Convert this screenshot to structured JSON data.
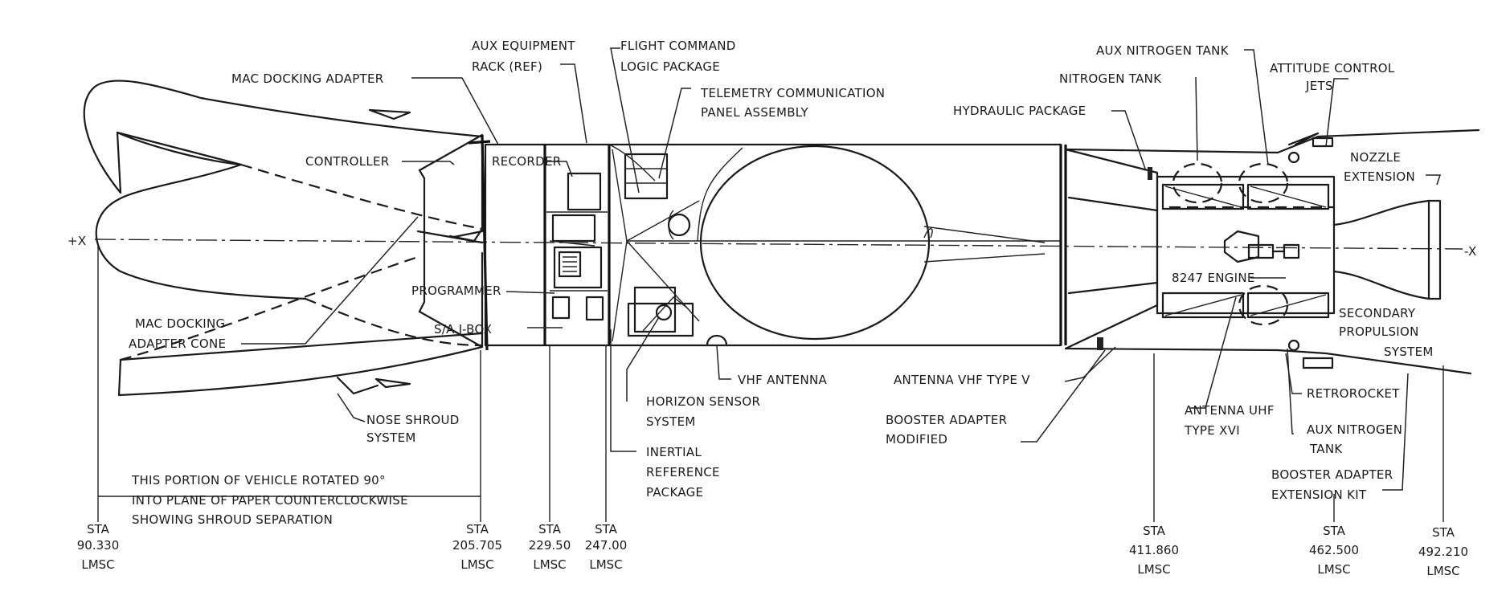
{
  "labels": {
    "mac_docking_adapter": "MAC DOCKING ADAPTER",
    "aux_equipment_rack_1": "AUX EQUIPMENT",
    "aux_equipment_rack_2": "RACK (REF)",
    "flight_command_1": "FLIGHT COMMAND",
    "flight_command_2": "LOGIC PACKAGE",
    "telemetry_1": "TELEMETRY COMMUNICATION",
    "telemetry_2": "PANEL ASSEMBLY",
    "controller": "CONTROLLER",
    "recorder": "RECORDER",
    "programmer": "PROGRAMMER",
    "sa_jbox": "S/A J-BOX",
    "mac_cone_1": "MAC DOCKING",
    "mac_cone_2": "ADAPTER CONE",
    "nose_shroud_1": "NOSE SHROUD",
    "nose_shroud_2": "SYSTEM",
    "vhf_antenna": "VHF ANTENNA",
    "horizon_1": "HORIZON SENSOR",
    "horizon_2": "SYSTEM",
    "inertial_1": "INERTIAL",
    "inertial_2": "REFERENCE",
    "inertial_3": "PACKAGE",
    "hydraulic": "HYDRAULIC PACKAGE",
    "aux_nitrogen_tank_top": "AUX NITROGEN TANK",
    "nitrogen_tank": "NITROGEN TANK",
    "attitude_1": "ATTITUDE CONTROL",
    "attitude_2": "JETS",
    "nozzle_1": "NOZZLE",
    "nozzle_2": "EXTENSION",
    "engine": "8247 ENGINE",
    "secondary_1": "SECONDARY",
    "secondary_2": "PROPULSION",
    "secondary_3": "SYSTEM",
    "antenna_vhf_v": "ANTENNA VHF TYPE V",
    "booster_mod_1": "BOOSTER ADAPTER",
    "booster_mod_2": "MODIFIED",
    "antenna_uhf_1": "ANTENNA UHF",
    "antenna_uhf_2": "TYPE XVI",
    "retrorocket": "RETROROCKET",
    "aux_nitrogen_bottom_1": "AUX NITROGEN",
    "aux_nitrogen_bottom_2": "TANK",
    "booster_ext_1": "BOOSTER ADAPTER",
    "booster_ext_2": "EXTENSION KIT",
    "rotated_1": "THIS PORTION OF VEHICLE ROTATED 90°",
    "rotated_2": "INTO PLANE OF PAPER COUNTERCLOCKWISE",
    "rotated_3": "SHOWING SHROUD SEPARATION",
    "plus_x": "+X",
    "minus_x": "-X"
  },
  "stations": [
    {
      "sta": "STA",
      "value": "90.330",
      "unit": "LMSC"
    },
    {
      "sta": "STA",
      "value": "205.705",
      "unit": "LMSC"
    },
    {
      "sta": "STA",
      "value": "229.50",
      "unit": "LMSC"
    },
    {
      "sta": "STA",
      "value": "247.00",
      "unit": "LMSC"
    },
    {
      "sta": "STA",
      "value": "411.860",
      "unit": "LMSC"
    },
    {
      "sta": "STA",
      "value": "462.500",
      "unit": "LMSC"
    },
    {
      "sta": "STA",
      "value": "492.210",
      "unit": "LMSC"
    }
  ]
}
